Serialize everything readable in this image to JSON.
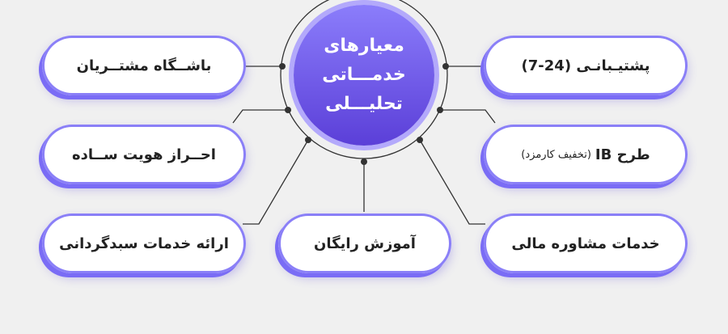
{
  "center": {
    "title_lines": [
      "معیارهای",
      "خدمـــاتی",
      "تحلیـــلی"
    ]
  },
  "items": [
    {
      "label": "باشــگاه مشتــریان"
    },
    {
      "label": "احــراز هویت ســاده"
    },
    {
      "label": "ارائه خدمات سبدگردانی"
    },
    {
      "label": "آموزش رایگان"
    },
    {
      "label": "پشتیـبانـی (24-7)"
    },
    {
      "label": "طرح IB",
      "note": "(تخفیف کارمزد)"
    },
    {
      "label": "خدمات مشاوره مالی"
    }
  ],
  "colors": {
    "accent": "#7a6cf5",
    "background": "#f0f0f0"
  }
}
